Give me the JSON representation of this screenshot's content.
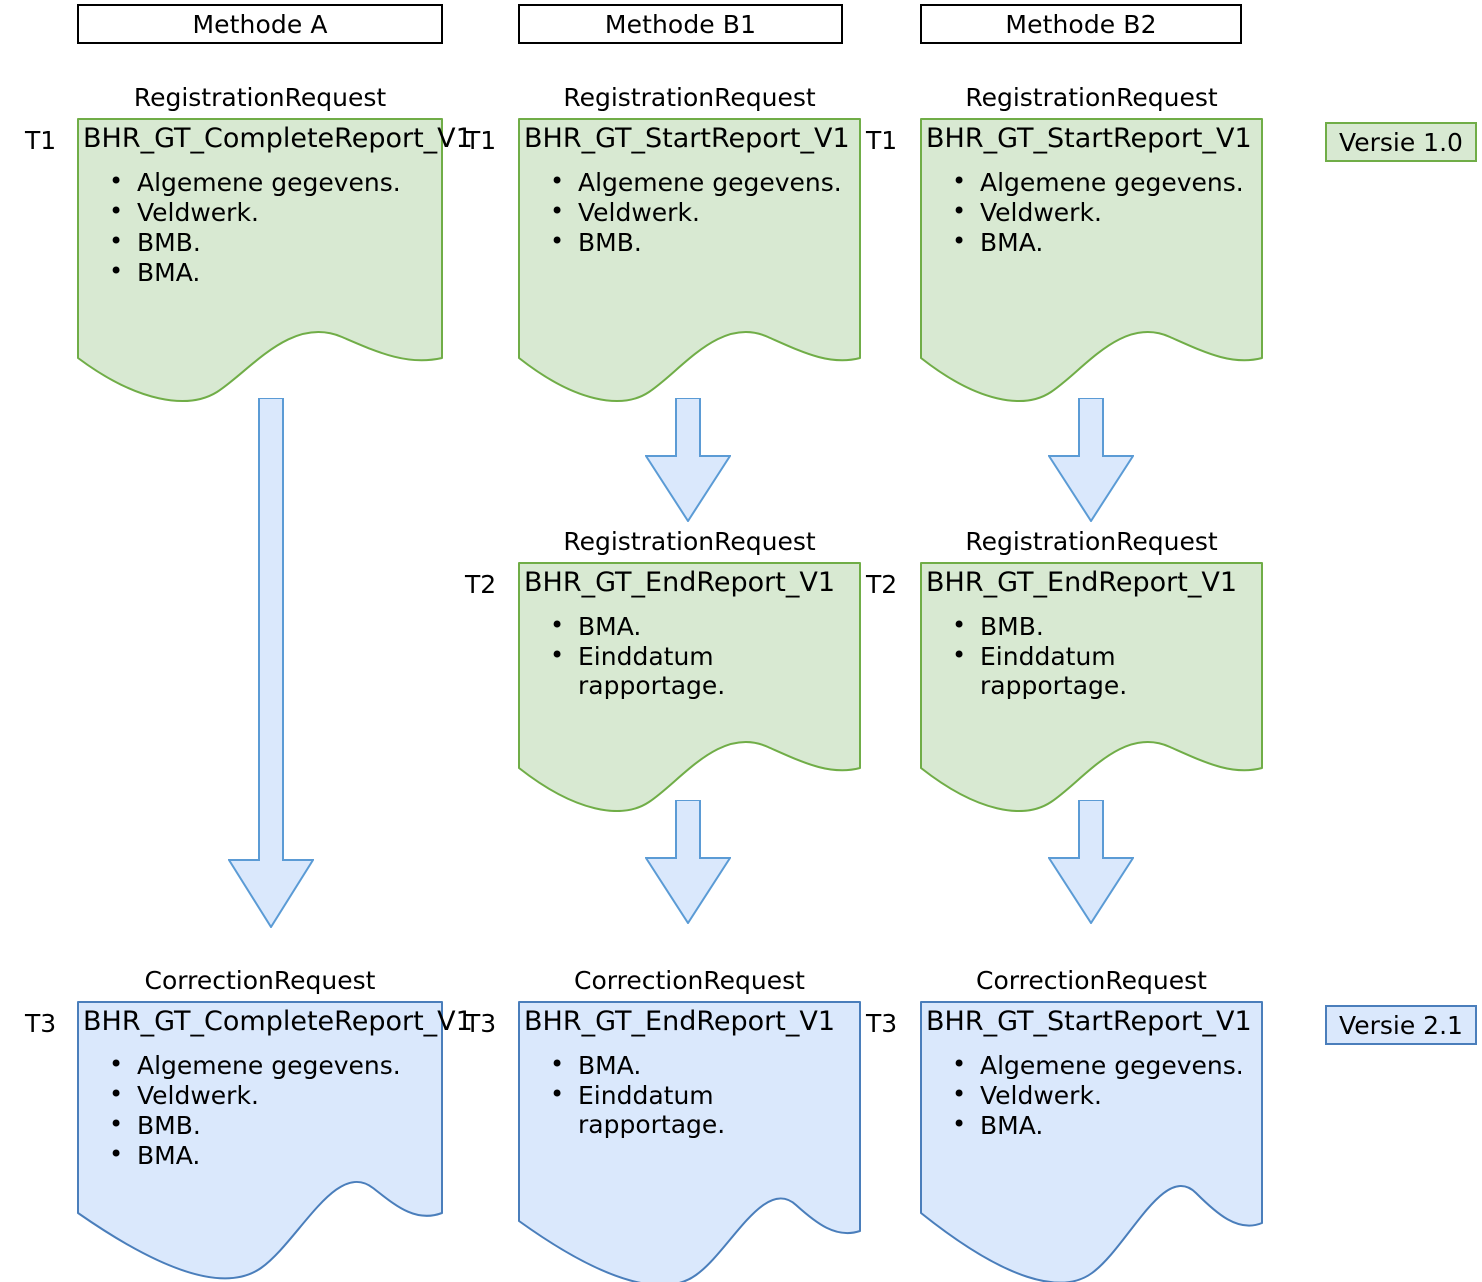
{
  "colors": {
    "green_fill": "#d8e9d2",
    "green_border": "#70ad47",
    "blue_fill": "#dae8fc",
    "blue_border": "#4a7ebb",
    "arrow_fill": "#dae8fc",
    "arrow_border": "#5b9bd5",
    "header_border": "#000000",
    "text": "#000000"
  },
  "headers": [
    {
      "label": "Methode A"
    },
    {
      "label": "Methode B1"
    },
    {
      "label": "Methode B2"
    }
  ],
  "version_chips": [
    {
      "label": "Versie 1.0",
      "kind": "green"
    },
    {
      "label": "Versie 2.1",
      "kind": "blue"
    }
  ],
  "time_labels": {
    "t1": "T1",
    "t2": "T2",
    "t3": "T3"
  },
  "request_types": {
    "registration": "RegistrationRequest",
    "correction": "CorrectionRequest"
  },
  "columns": [
    {
      "method": "Methode A",
      "documents": [
        {
          "time": "T1",
          "request_type": "RegistrationRequest",
          "name": "BHR_GT_CompleteReport_V1",
          "items": [
            "Algemene gegevens.",
            "Veldwerk.",
            "BMB.",
            "BMA."
          ],
          "kind": "green"
        },
        {
          "time": "T3",
          "request_type": "CorrectionRequest",
          "name": "BHR_GT_CompleteReport_V1",
          "items": [
            "Algemene gegevens.",
            "Veldwerk.",
            "BMB.",
            "BMA."
          ],
          "kind": "blue"
        }
      ]
    },
    {
      "method": "Methode B1",
      "documents": [
        {
          "time": "T1",
          "request_type": "RegistrationRequest",
          "name": "BHR_GT_StartReport_V1",
          "items": [
            "Algemene gegevens.",
            "Veldwerk.",
            "BMB."
          ],
          "kind": "green"
        },
        {
          "time": "T2",
          "request_type": "RegistrationRequest",
          "name": "BHR_GT_EndReport_V1",
          "items": [
            "BMA.",
            "Einddatum rapportage."
          ],
          "kind": "green"
        },
        {
          "time": "T3",
          "request_type": "CorrectionRequest",
          "name": "BHR_GT_EndReport_V1",
          "items": [
            "BMA.",
            "Einddatum rapportage."
          ],
          "kind": "blue"
        }
      ]
    },
    {
      "method": "Methode B2",
      "documents": [
        {
          "time": "T1",
          "request_type": "RegistrationRequest",
          "name": "BHR_GT_StartReport_V1",
          "items": [
            "Algemene gegevens.",
            "Veldwerk.",
            "BMA."
          ],
          "kind": "green"
        },
        {
          "time": "T2",
          "request_type": "RegistrationRequest",
          "name": "BHR_GT_EndReport_V1",
          "items": [
            "BMB.",
            "Einddatum rapportage."
          ],
          "kind": "green"
        },
        {
          "time": "T3",
          "request_type": "CorrectionRequest",
          "name": "BHR_GT_StartReport_V1",
          "items": [
            "Algemene gegevens.",
            "Veldwerk.",
            "BMA."
          ],
          "kind": "blue"
        }
      ]
    }
  ]
}
